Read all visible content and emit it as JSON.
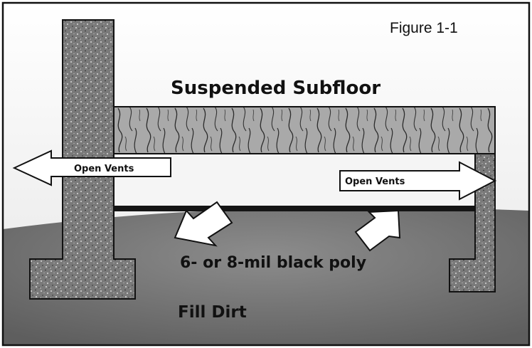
{
  "figure_label": "Figure 1-1",
  "title": "Suspended Subfloor",
  "vents_left": "Open Vents",
  "vents_right": "Open Vents",
  "poly_label": "6- or 8-mil black poly",
  "dirt_label": "Fill Dirt"
}
